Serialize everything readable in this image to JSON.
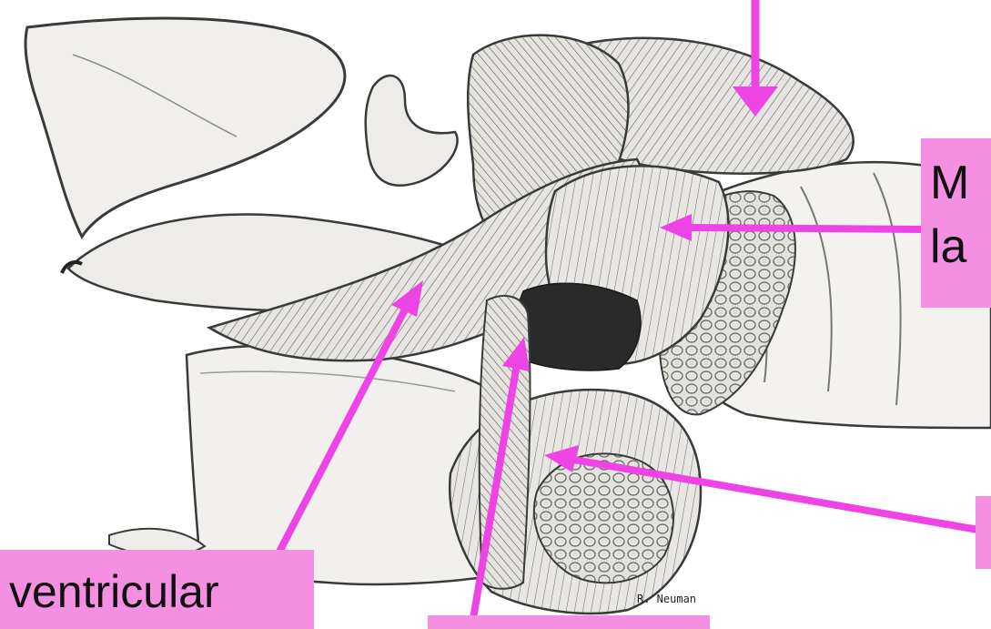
{
  "labels": {
    "ventricular": "ventricular",
    "right_top_line1": "M",
    "right_top_line2": "la"
  },
  "colors": {
    "label_fill": "#f58fe2",
    "arrow": "#ee44e6",
    "ink": "#3a3a3a",
    "cartilage": "#ecebe8",
    "muscle": "#d9d7d2"
  },
  "artist_signature": "R. Neuman"
}
